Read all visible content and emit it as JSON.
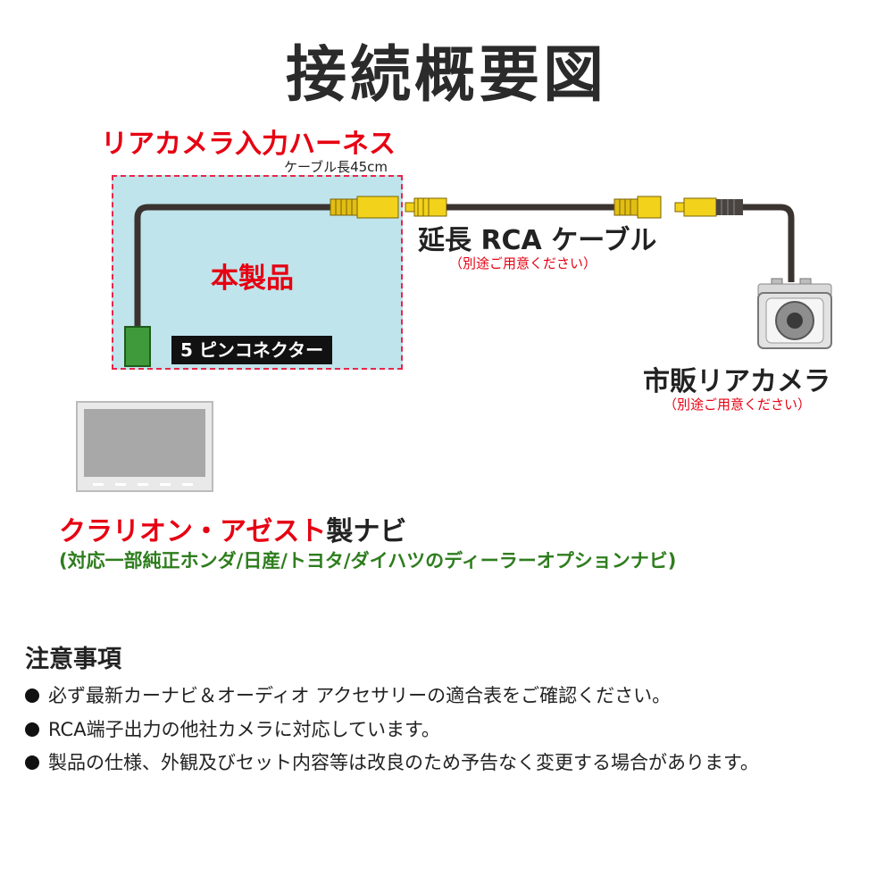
{
  "title": "接続概要図",
  "harness": {
    "title": "リアカメラ入力ハーネス",
    "cable_length": "ケーブル長45cm",
    "product_label": "本製品",
    "connector_label": "5 ピンコネクター"
  },
  "extension_cable": {
    "label": "延長 RCA ケーブル",
    "note": "（別途ご用意ください）"
  },
  "camera": {
    "label": "市販リアカメラ",
    "note": "（別途ご用意ください）"
  },
  "navi": {
    "maker": "クラリオン・アゼスト",
    "suffix": "製ナビ",
    "compat": "(対応一部純正ホンダ/日産/トヨタ/ダイハツのディーラーオプションナビ)"
  },
  "notes": {
    "title": "注意事項",
    "items": [
      "必ず最新カーナビ＆オーディオ アクセサリーの適合表をご確認ください。",
      "RCA端子出力の他社カメラに対応しています。",
      "製品の仕様、外観及びセット内容等は改良のため予告なく変更する場合があります。"
    ]
  },
  "colors": {
    "accent_red": "#e60012",
    "compat_green": "#2e7d1e",
    "rca_yellow": "#f2d21b",
    "product_area": "#bfe4eb",
    "connector_green": "#3e9a3a"
  },
  "icons": [
    "rca-plug-icon",
    "rear-camera-icon",
    "navi-monitor-icon",
    "5pin-connector-icon"
  ]
}
